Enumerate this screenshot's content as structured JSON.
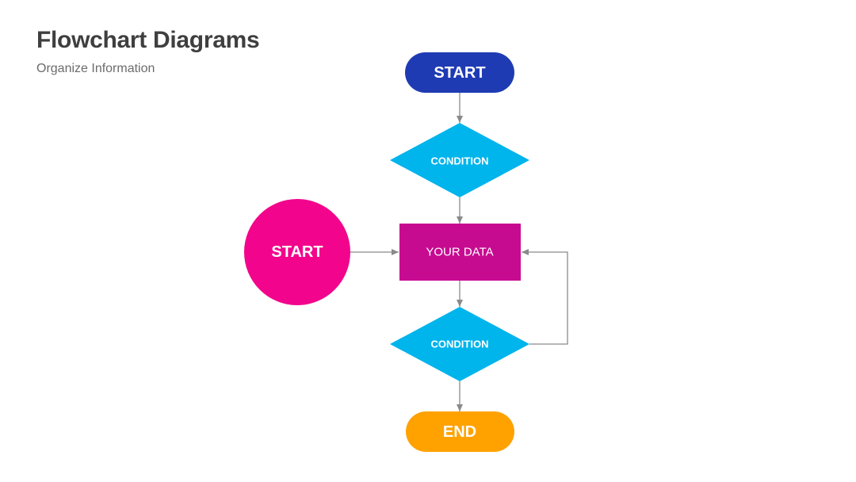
{
  "header": {
    "title": "Flowchart Diagrams",
    "subtitle": "Organize Information"
  },
  "diagram": {
    "nodes": {
      "start_top": {
        "label": "START",
        "shape": "pill",
        "color": "#1f3bb3"
      },
      "condition_1": {
        "label": "CONDITION",
        "shape": "diamond",
        "color": "#00b4ec"
      },
      "start_circle": {
        "label": "START",
        "shape": "circle",
        "color": "#f2058c"
      },
      "data_box": {
        "label": "YOUR DATA",
        "shape": "rectangle",
        "color": "#c70b91"
      },
      "condition_2": {
        "label": "CONDITION",
        "shape": "diamond",
        "color": "#00b4ec"
      },
      "end": {
        "label": "END",
        "shape": "pill",
        "color": "#ffa200"
      }
    },
    "edges": [
      {
        "from": "start_top",
        "to": "condition_1"
      },
      {
        "from": "condition_1",
        "to": "data_box"
      },
      {
        "from": "start_circle",
        "to": "data_box"
      },
      {
        "from": "data_box",
        "to": "condition_2"
      },
      {
        "from": "condition_2",
        "to": "data_box"
      },
      {
        "from": "condition_2",
        "to": "end"
      }
    ],
    "connector_color": "#8a8a8a"
  }
}
